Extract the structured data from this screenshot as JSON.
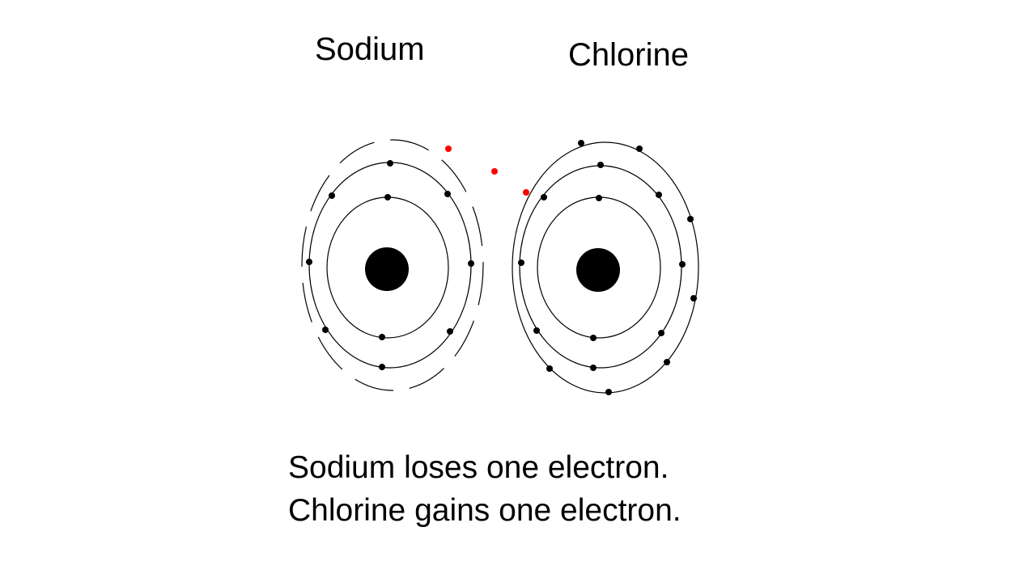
{
  "atoms": {
    "sodium": {
      "label": "Sodium",
      "shell_electron_counts": [
        2,
        8,
        1
      ]
    },
    "chlorine": {
      "label": "Chlorine",
      "shell_electron_counts": [
        2,
        8,
        7
      ]
    }
  },
  "transferred_electron_color": "#ff0000",
  "caption": {
    "line1": "Sodium loses one electron.",
    "line2": "Chlorine gains one electron."
  }
}
